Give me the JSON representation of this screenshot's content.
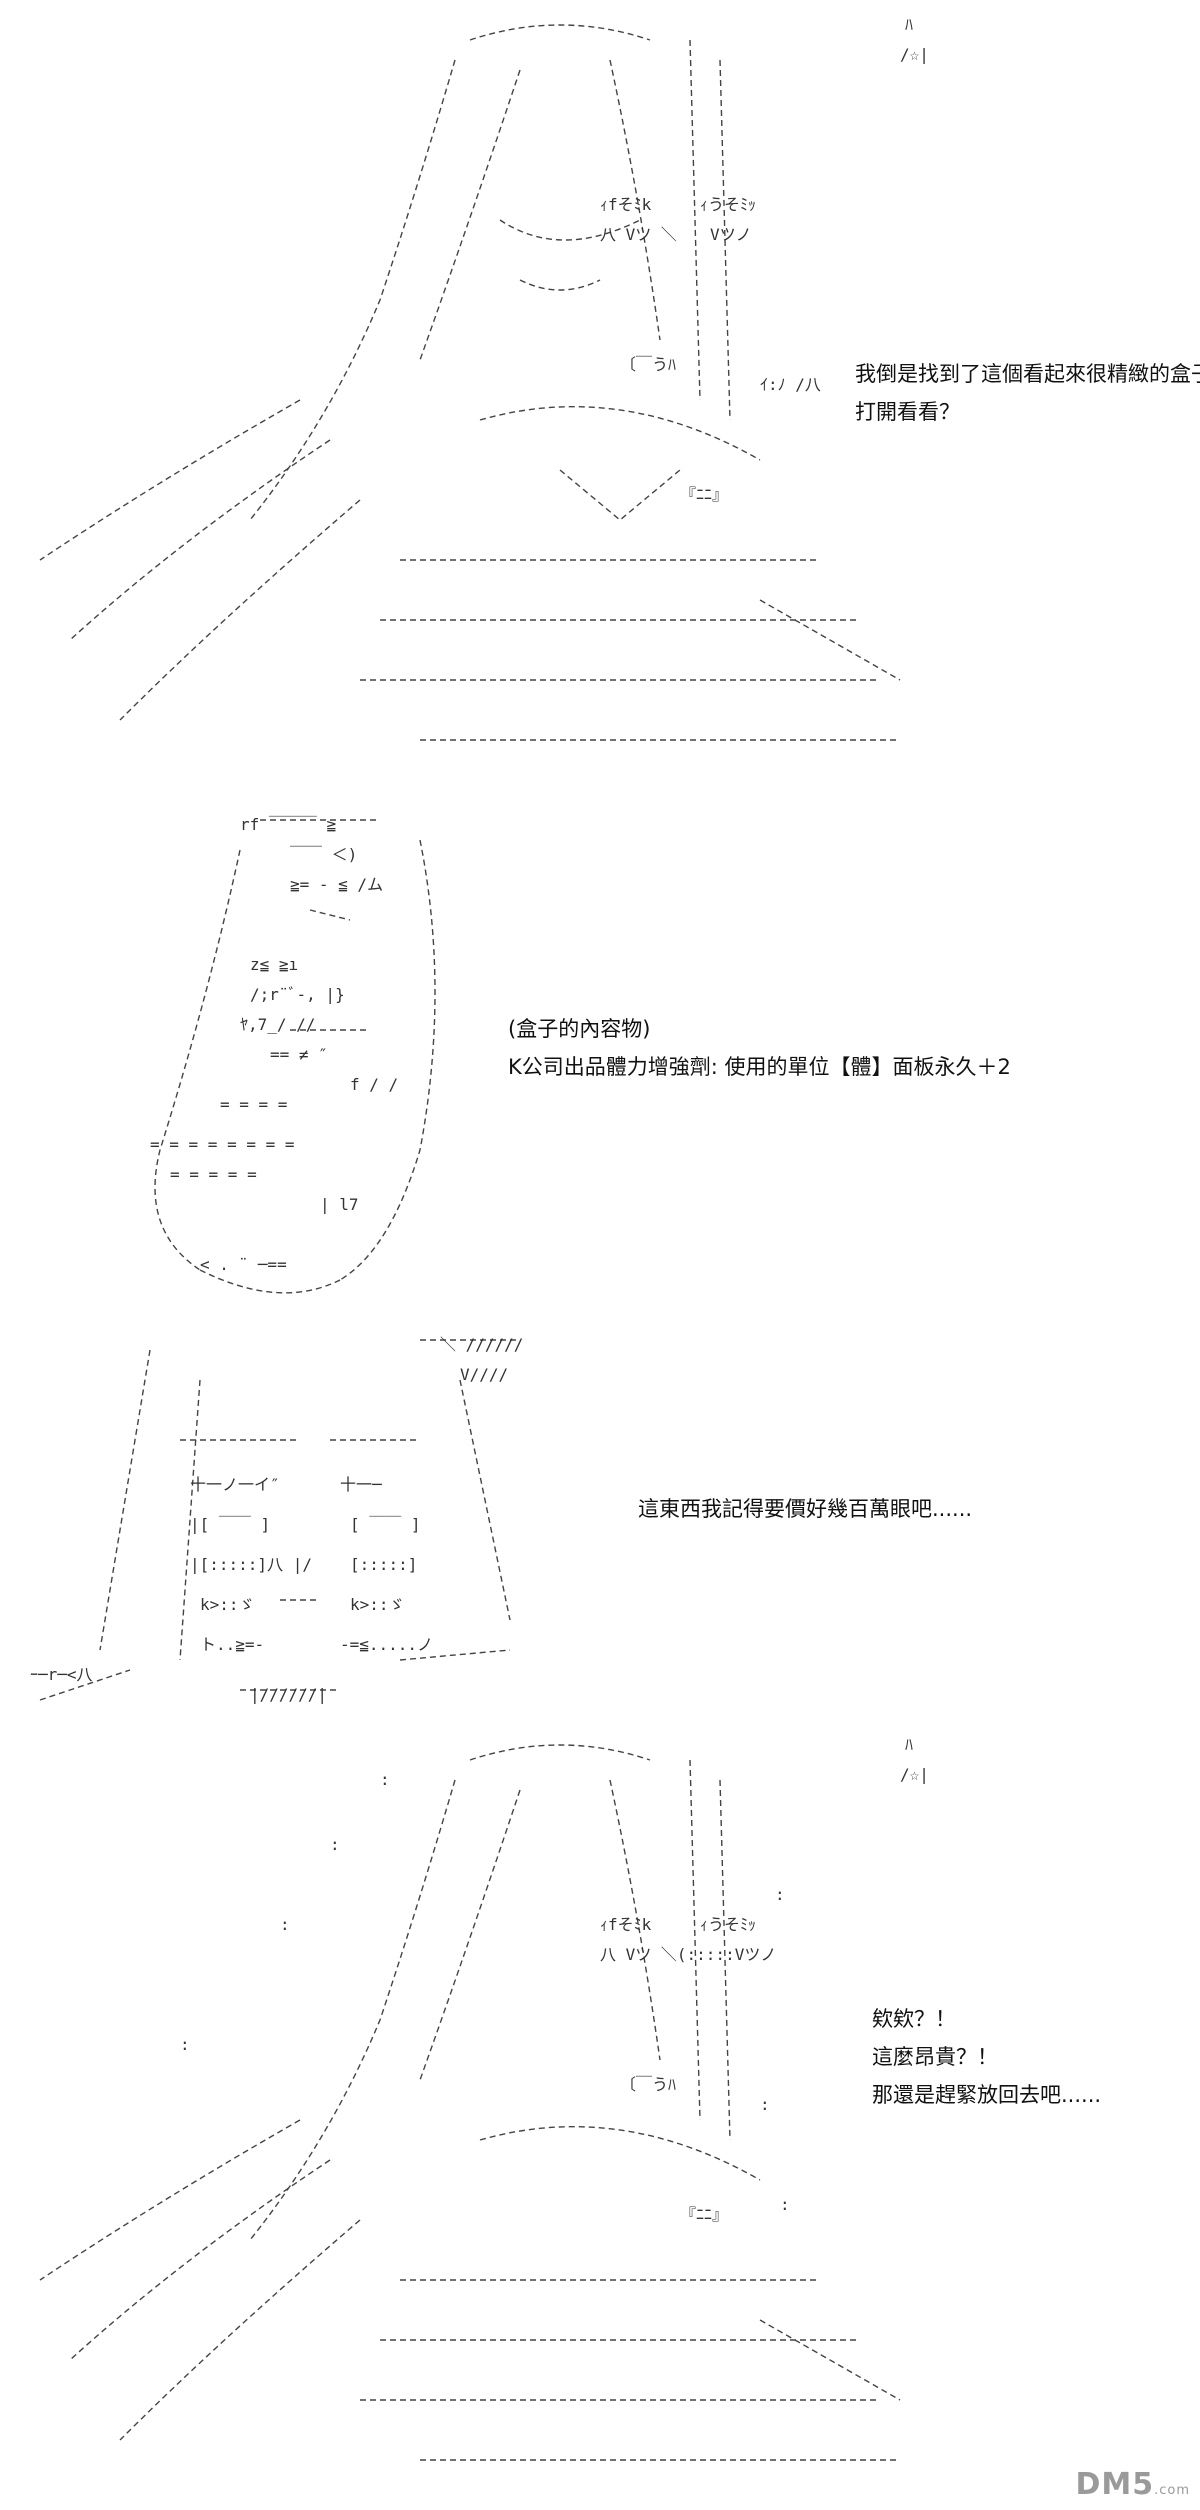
{
  "panels": [
    {
      "lines": [
        "我倒是找到了這個看起來很精緻的盒子,",
        "打開看看？"
      ]
    },
    {
      "lines": [
        "(盒子的內容物)",
        "K公司出品體力增強劑: 使用的單位【體】面板永久＋2"
      ]
    },
    {
      "lines": [
        "這東西我記得要價好幾百萬眼吧......"
      ]
    },
    {
      "lines": [
        "欸欸？！",
        "這麼昂貴？！",
        "那還是趕緊放回去吧......"
      ]
    }
  ],
  "watermark": {
    "text": "DM5",
    "suffix": ".com"
  },
  "colors": {
    "ink": "#111111",
    "background": "#ffffff",
    "watermark": "#9a9a9a"
  }
}
